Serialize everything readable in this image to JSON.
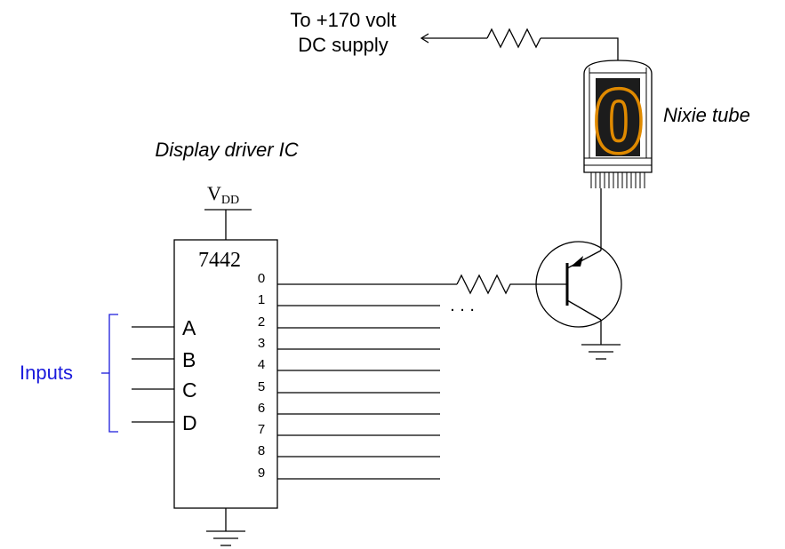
{
  "supply_label": {
    "line1": "To +170 volt",
    "line2": "DC supply"
  },
  "nixie": {
    "label": "Nixie tube",
    "digit": "0",
    "digit_color": "#e08a00"
  },
  "ic": {
    "title": "Display driver IC",
    "part_number": "7442",
    "vdd_main": "V",
    "vdd_sub": "DD",
    "inputs": [
      "A",
      "B",
      "C",
      "D"
    ],
    "outputs": [
      "0",
      "1",
      "2",
      "3",
      "4",
      "5",
      "6",
      "7",
      "8",
      "9"
    ]
  },
  "inputs_label": "Inputs",
  "inputs_color": "#1a1adc",
  "continuation": ". . ."
}
